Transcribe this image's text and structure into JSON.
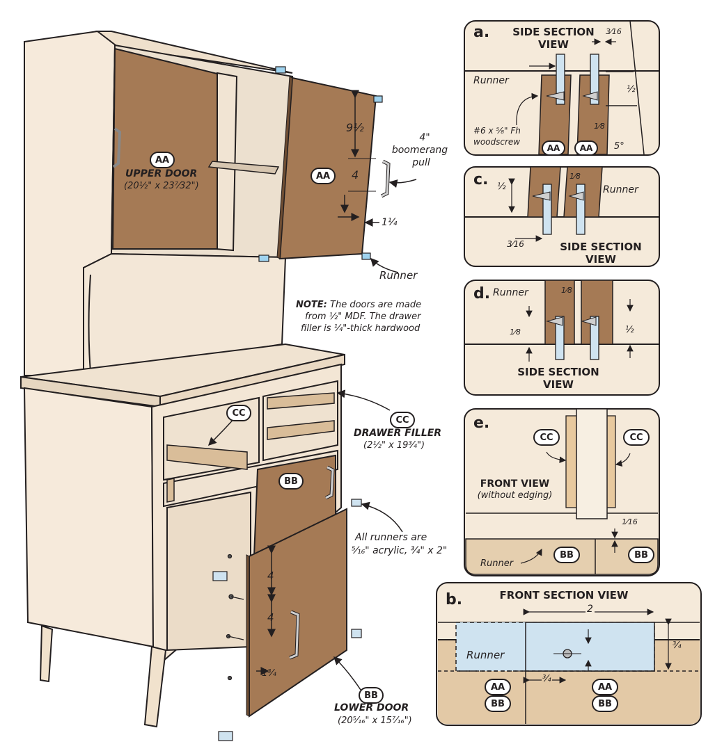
{
  "main": {
    "upper_door": {
      "badge": "AA",
      "title": "UPPER DOOR",
      "size": "(20½\" x 23⁷⁄32\")"
    },
    "upper_dims": {
      "d1": "9½",
      "d2": "4",
      "d3": "1¼"
    },
    "pull": {
      "line1": "4\"",
      "line2": "boomerang",
      "line3": "pull"
    },
    "runner_label": "Runner",
    "note": {
      "bold": "NOTE:",
      "line1": "The doors are made",
      "line2": "from ½\" MDF. The drawer",
      "line3": "filler is ¼\"-thick hardwood"
    },
    "drawer_filler": {
      "badge": "CC",
      "title": "DRAWER FILLER",
      "size": "(2½\" x 19¾\")"
    },
    "runners_note": {
      "line1": "All runners are",
      "line2": "⁵⁄₁₆\" acrylic, ¾\" x 2\""
    },
    "lower_door": {
      "badge": "BB",
      "title": "LOWER DOOR",
      "size": "(20⁵⁄₁₆\" x 15⁷⁄₁₆\")"
    },
    "lower_dims": {
      "d1": "4",
      "d2": "4",
      "d3": "1¾"
    }
  },
  "panel_a": {
    "letter": "a.",
    "title1": "SIDE SECTION",
    "title2": "VIEW",
    "runner": "Runner",
    "screw": "#6 x ⁵⁄₈\" Fh",
    "screw2": "woodscrew",
    "dim1": "3⁄16",
    "dim2": "½",
    "dim3": "1⁄8",
    "angle": "5°",
    "badge1": "AA",
    "badge2": "AA"
  },
  "panel_c": {
    "letter": "c.",
    "title1": "SIDE SECTION",
    "title2": "VIEW",
    "runner": "Runner",
    "dim1": "½",
    "dim2": "1⁄8",
    "dim3": "3⁄16"
  },
  "panel_d": {
    "letter": "d.",
    "title1": "SIDE SECTION",
    "title2": "VIEW",
    "runner": "Runner",
    "dim1": "1⁄8",
    "dim2": "1⁄8",
    "dim3": "½"
  },
  "panel_e": {
    "letter": "e.",
    "title1": "FRONT VIEW",
    "title2": "(without edging)",
    "badge1": "CC",
    "badge2": "CC",
    "runner": "Runner",
    "dim": "1⁄16",
    "badge3": "BB",
    "badge4": "BB"
  },
  "panel_b": {
    "letter": "b.",
    "title": "FRONT SECTION VIEW",
    "dim1": "2",
    "dim2": "¾",
    "dim3": "¾",
    "runner": "Runner",
    "badge1": "AA",
    "badge2": "BB",
    "badge3": "AA",
    "badge4": "BB"
  },
  "colors": {
    "cream": "#f6eadb",
    "wood": "#a57a55",
    "panel_bg": "#f5eada",
    "acrylic": "#cfe3f0",
    "ink": "#231f20"
  }
}
